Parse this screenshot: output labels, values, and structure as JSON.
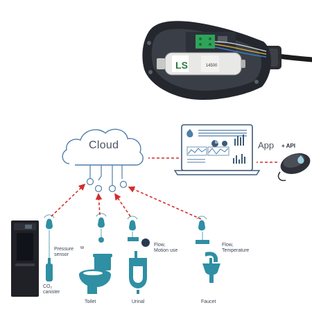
{
  "cloud": {
    "label": "Cloud"
  },
  "app": {
    "label": "App",
    "api_label": "+ API"
  },
  "devices": {
    "dispenser": {
      "label": "CO₂\ncanister",
      "sensor_label": "Pressure\nsensor",
      "sensor_prefix": "w"
    },
    "toilet": {
      "label": "Toilet"
    },
    "urinal": {
      "label": "Urinal",
      "sensor_label": "Flow,\nMotion use"
    },
    "faucet": {
      "label": "Faucet",
      "sensor_label": "Flow,\nTemperature"
    }
  },
  "battery": {
    "brand_text": "LS",
    "model_text": "14500"
  },
  "colors": {
    "arrow_red": "#d12e2e",
    "icon_blue": "#2f8fa3",
    "line_blue": "#4f7ea8",
    "dark_enclosure": "#2a2e36",
    "pcb_green": "#2fa35a"
  }
}
